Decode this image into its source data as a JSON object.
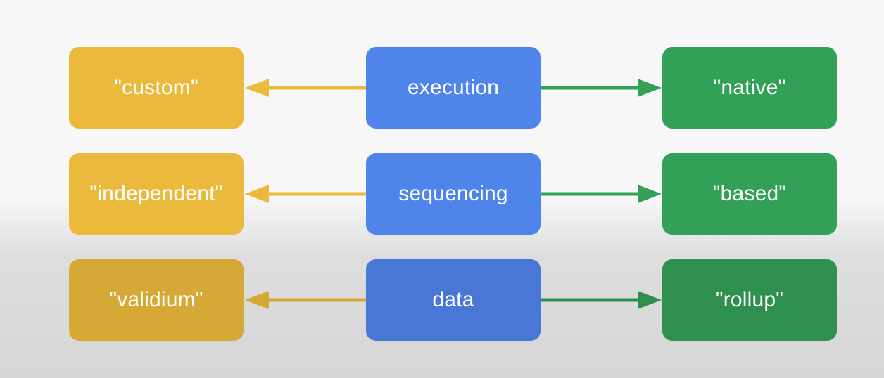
{
  "diagram": {
    "rows": [
      {
        "left": "\"custom\"",
        "center": "execution",
        "right": "\"native\""
      },
      {
        "left": "\"independent\"",
        "center": "sequencing",
        "right": "\"based\""
      },
      {
        "left": "\"validium\"",
        "center": "data",
        "right": "\"rollup\""
      }
    ]
  },
  "colors": {
    "left_box": "#ebb93c",
    "center_box": "#4f84ea",
    "right_box": "#33a058",
    "left_arrow": "#ebb93c",
    "right_arrow": "#33a058",
    "text": "#ffffff"
  }
}
